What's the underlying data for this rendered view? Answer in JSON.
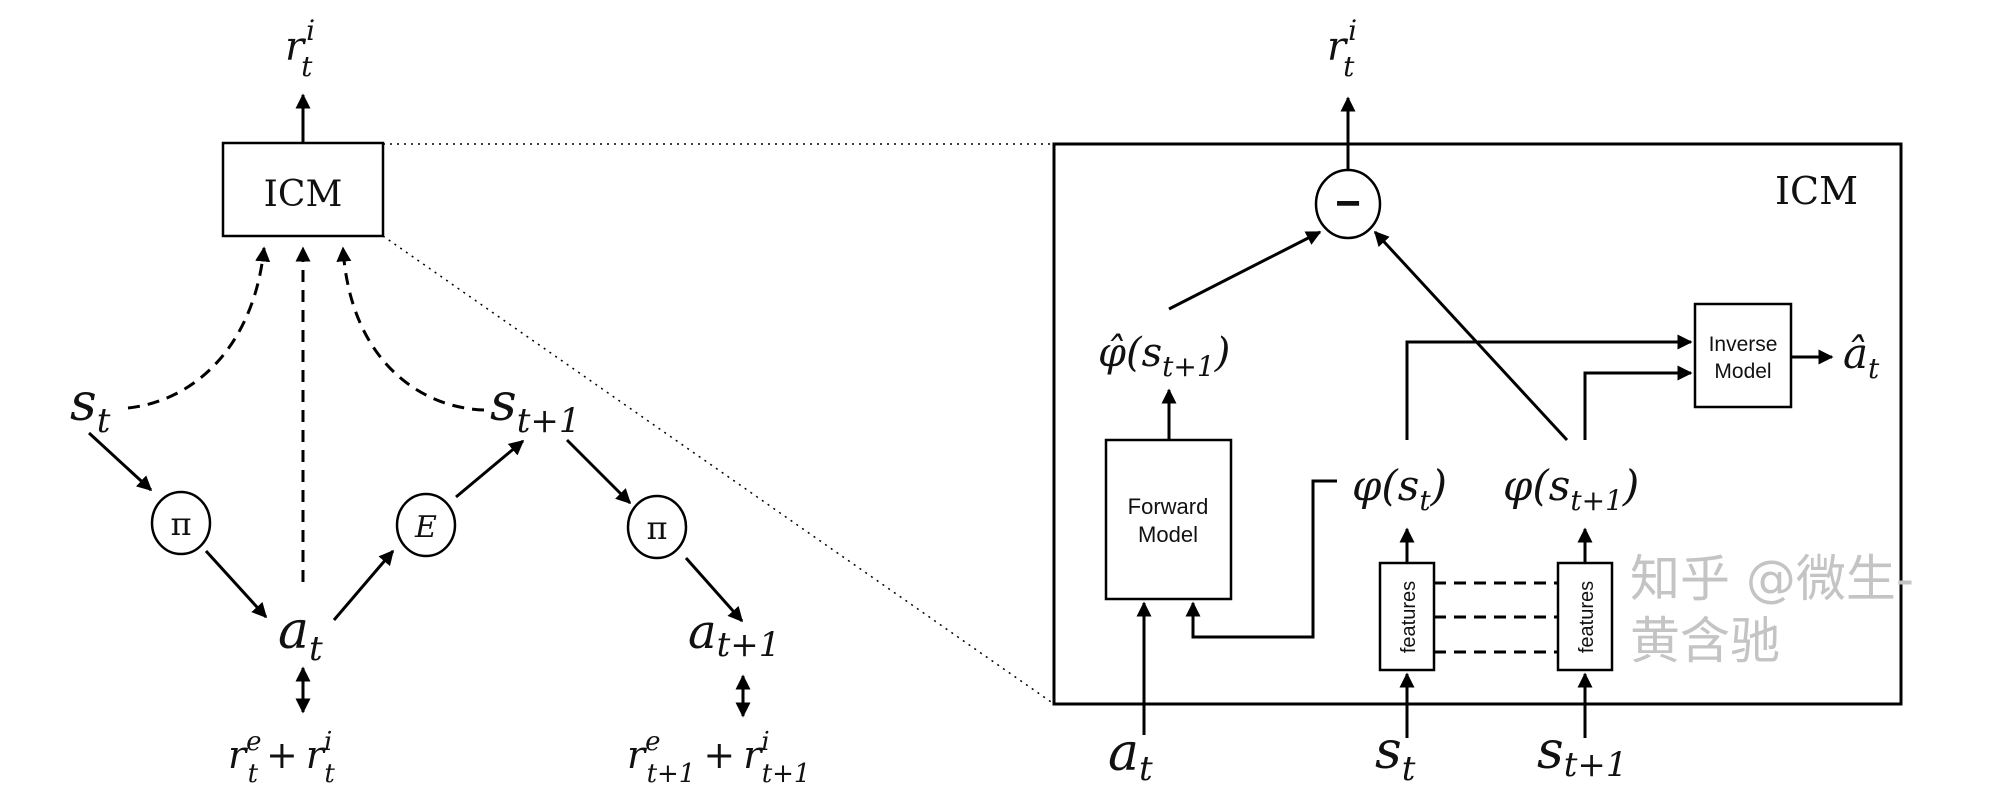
{
  "left": {
    "icm_label": "ICM",
    "reward_top": {
      "base": "r",
      "sub": "t",
      "sup": "i"
    },
    "s_t": {
      "base": "s",
      "sub": "t"
    },
    "s_t1": {
      "base": "s",
      "sub": "t+1"
    },
    "policy_1": "π",
    "env": "E",
    "policy_2": "π",
    "a_t": {
      "base": "a",
      "sub": "t"
    },
    "a_t1": {
      "base": "a",
      "sub": "t+1"
    },
    "reward_t": {
      "e_base": "r",
      "e_sub": "t",
      "e_sup": "e",
      "plus": "+",
      "i_base": "r",
      "i_sub": "t",
      "i_sup": "i"
    },
    "reward_t1": {
      "e_base": "r",
      "e_sub": "t+1",
      "e_sup": "e",
      "plus": "+",
      "i_base": "r",
      "i_sub": "t+1",
      "i_sup": "i"
    }
  },
  "right": {
    "icm_label": "ICM",
    "reward_top": {
      "base": "r",
      "sub": "t",
      "sup": "i"
    },
    "minus": "−",
    "phi_hat": {
      "fn": "φ̂(",
      "base": "s",
      "sub": "t+1",
      "close": ")"
    },
    "phi_st": {
      "fn": "φ(",
      "base": "s",
      "sub": "t",
      "close": ")"
    },
    "phi_st1": {
      "fn": "φ(",
      "base": "s",
      "sub": "t+1",
      "close": ")"
    },
    "forward_model": [
      "Forward",
      "Model"
    ],
    "inverse_model": [
      "Inverse",
      "Model"
    ],
    "a_hat": {
      "base": "â",
      "sub": "t"
    },
    "features_1": "features",
    "features_2": "features",
    "a_t": {
      "base": "a",
      "sub": "t"
    },
    "s_t": {
      "base": "s",
      "sub": "t"
    },
    "s_t1": {
      "base": "s",
      "sub": "t+1"
    }
  },
  "watermark": "知乎 @微生-黄含驰"
}
